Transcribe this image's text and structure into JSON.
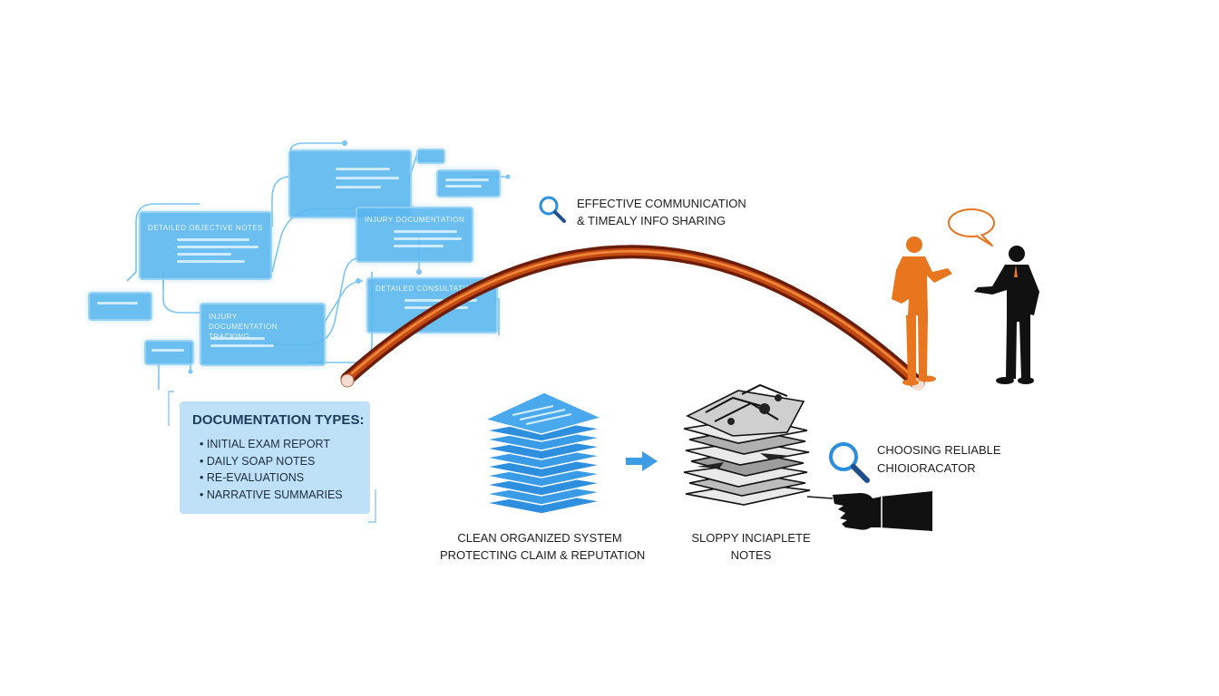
{
  "cards": {
    "detailed": "DETAILED OBJECTIVE NOTES",
    "injury": "INJURY DOCUMENTATION TRACKING",
    "top_right": "INJURY DOCUMENTATION",
    "bottom_right": "DETAILED CONSULTATION"
  },
  "doc_types": {
    "title": "DOCUMENTATION TYPES:",
    "items": [
      "INITIAL EXAM REPORT",
      "DAILY SOAP NOTES",
      "RE-EVALUATIONS",
      "NARRATIVE SUMMARIES"
    ]
  },
  "communication": {
    "line1": "EFFECTIVE COMMUNICATION",
    "line2": "& TIMEALY INFO SHARING"
  },
  "choosing": {
    "line1": "CHOOSING RELIABLE",
    "line2": "CHIOIORACATOR"
  },
  "clean": {
    "line1": "CLEAN ORGANIZED SYSTEM",
    "line2": "PROTECTING CLAIM & REPUTATION"
  },
  "sloppy": {
    "line1": "SLOPPY INCIAPLETE",
    "line2": "NOTES"
  },
  "colors": {
    "blue": "#4aa8ec",
    "orange": "#e8761f",
    "arc": "#8a2a10",
    "dark": "#111111"
  },
  "icons": [
    "magnifier-icon",
    "speech-bubble-icon",
    "arrow-right-icon",
    "pointing-hand-icon"
  ]
}
